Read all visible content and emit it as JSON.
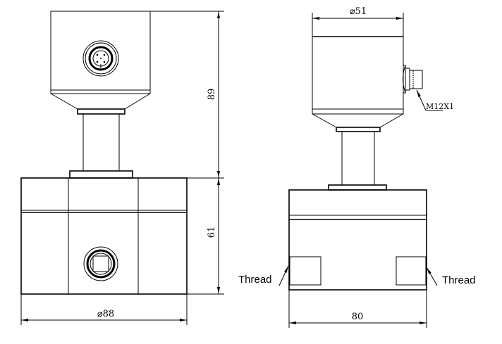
{
  "dimensions": {
    "height_top": "89",
    "height_body": "61",
    "diameter_body": "⌀88",
    "diameter_head": "⌀51",
    "width_body": "80"
  },
  "labels": {
    "connector": "M12X1",
    "thread_left": "Thread",
    "thread_right": "Thread"
  }
}
